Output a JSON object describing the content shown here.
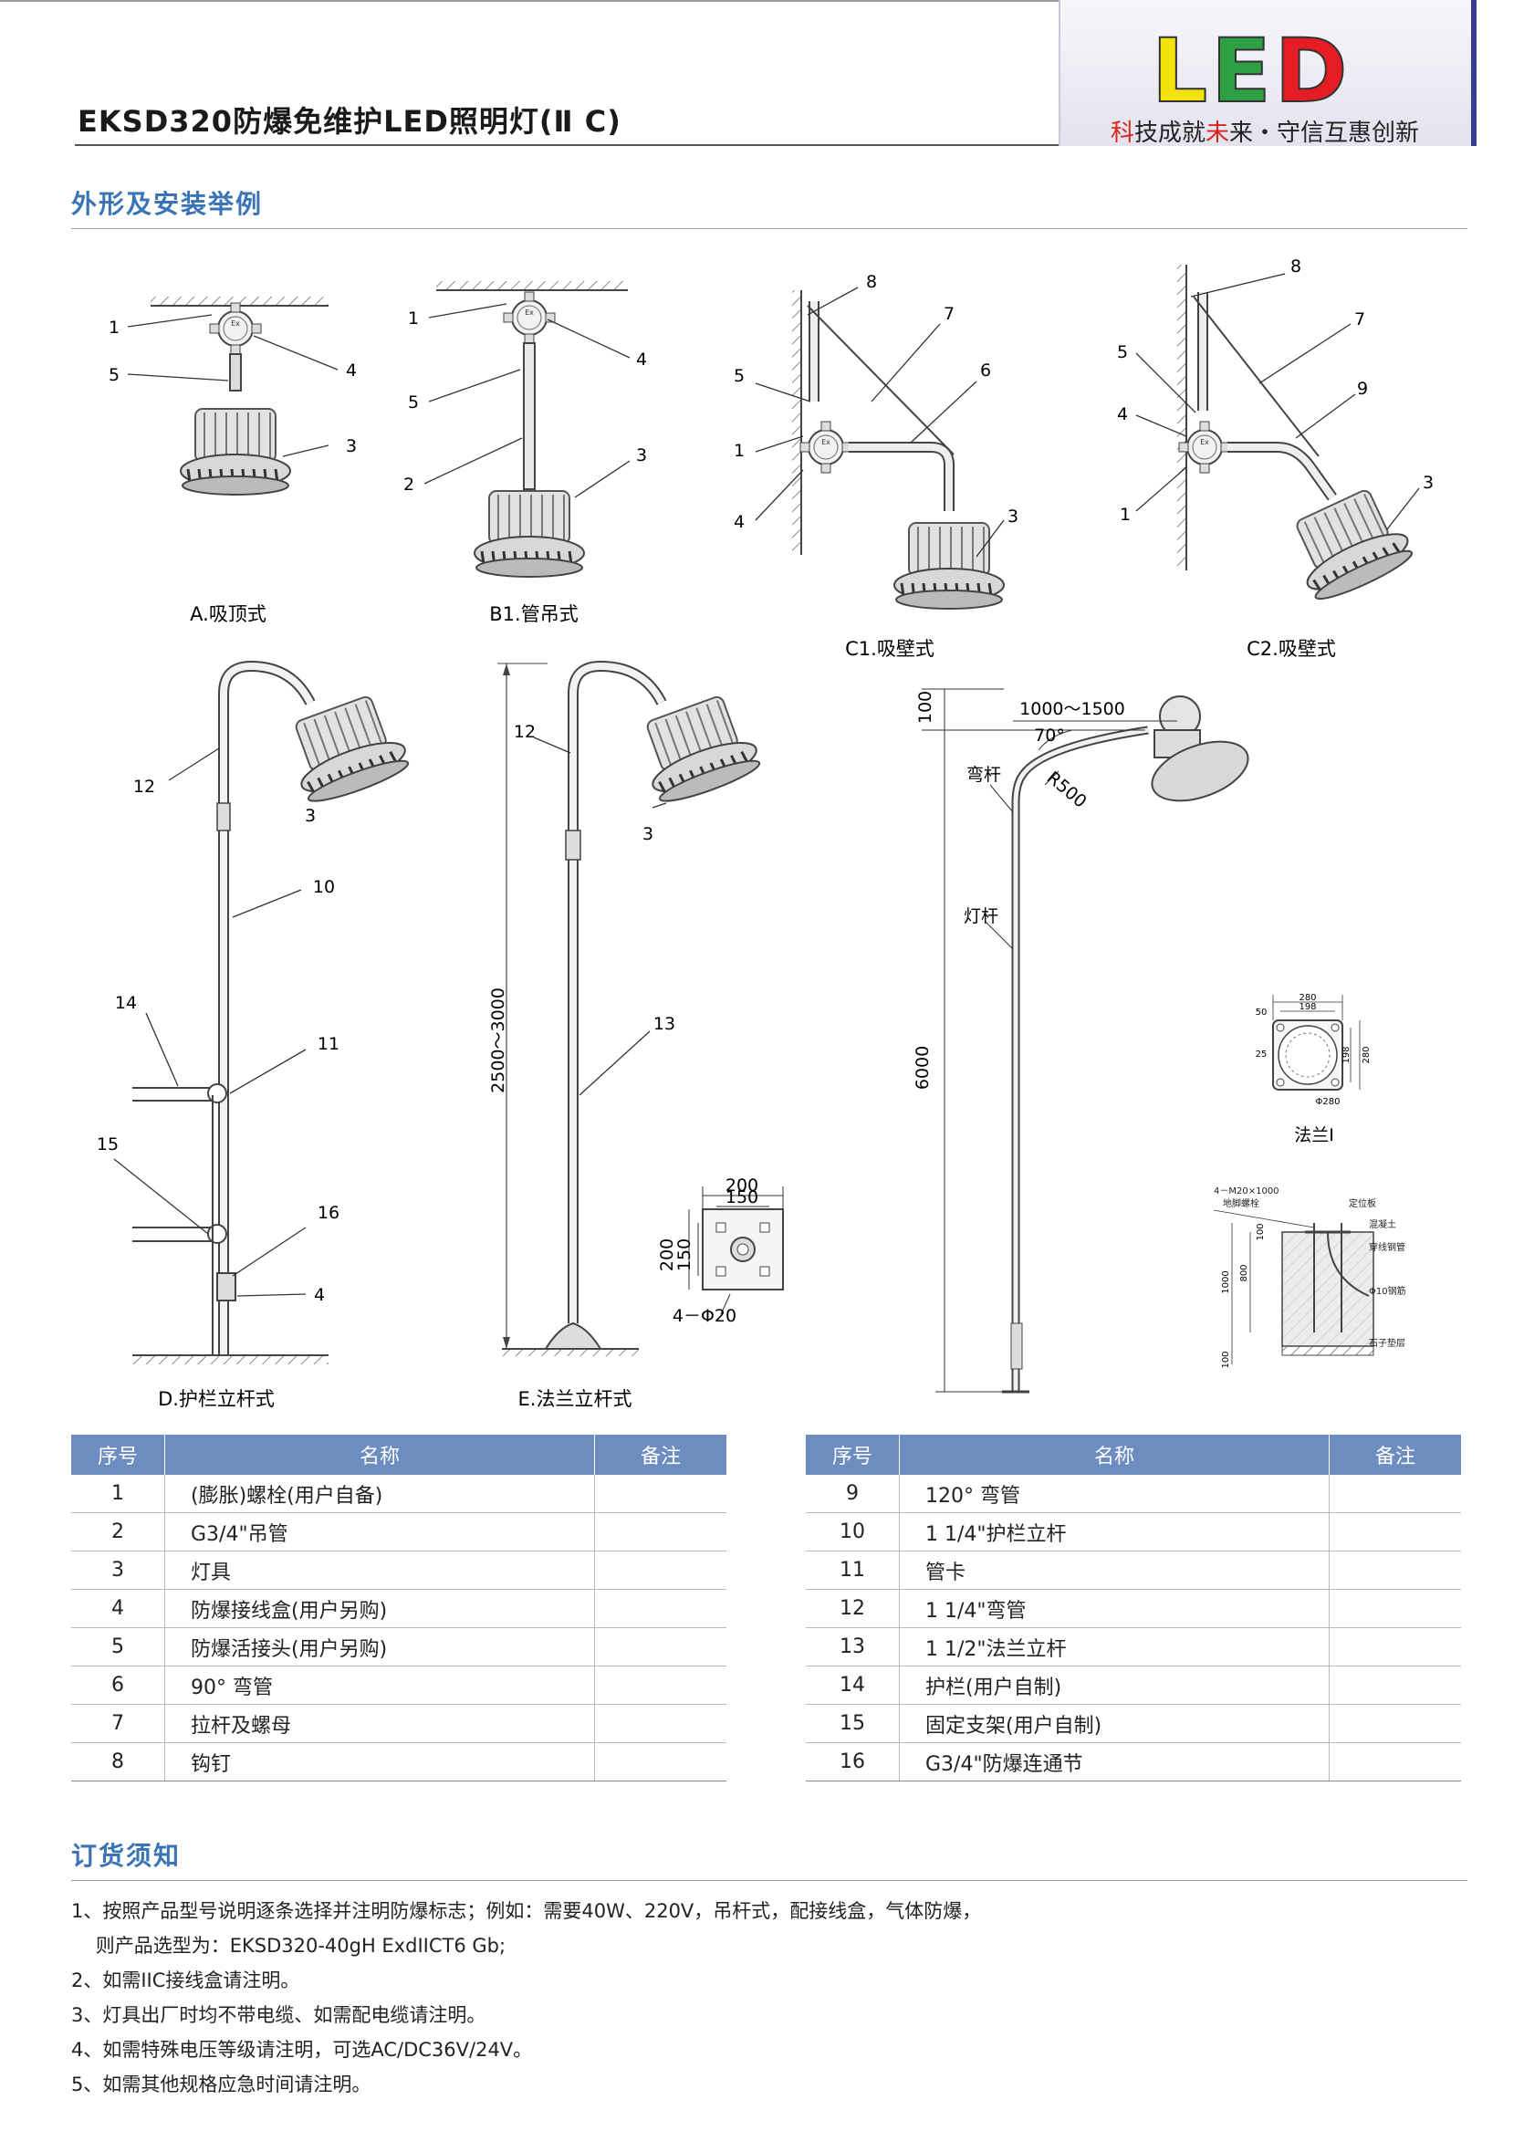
{
  "header": {
    "title": "EKSD320防爆免维护LED照明灯(Ⅱ C)",
    "logo_text": [
      "L",
      "E",
      "D"
    ],
    "slogan": [
      "科",
      "技成就",
      "未",
      "来・守信互惠创新"
    ]
  },
  "sections": {
    "install_title": "外形及安装举例",
    "order_title": "订货须知"
  },
  "diagrams": {
    "captions": {
      "a": "A.吸顶式",
      "b1": "B1.管吊式",
      "c1": "C1.吸壁式",
      "c2": "C2.吸壁式",
      "d": "D.护栏立杆式",
      "e": "E.法兰立杆式",
      "flange": "法兰Ⅰ"
    },
    "dims": {
      "e_height": "2500～3000",
      "e_base_w": "200",
      "e_base_w_inner": "150",
      "e_base_h": "200",
      "e_base_h_inner": "150",
      "e_bolts": "4－Φ20",
      "pole_top": "100",
      "pole_arm": "1000～1500",
      "pole_angle": "70°",
      "pole_radius": "R500",
      "pole_arm_label": "弯杆",
      "pole_label": "灯杆",
      "pole_height": "6000",
      "flange_280": "280",
      "flange_198": "198",
      "flange_50": "50",
      "flange_25": "25",
      "flange_198v": "198",
      "flange_280v": "280",
      "flange_phi": "Φ280",
      "found_bolt": "4－M20×1000",
      "found_bolt2": "地脚螺栓",
      "found_plate": "定位板",
      "found_concrete": "混凝土",
      "found_conduit": "穿线钢管",
      "found_rebar": "Φ10钢筋",
      "found_gravel": "石子垫层",
      "found_1000": "1000",
      "found_800": "800",
      "found_100a": "100",
      "found_100b": "100"
    }
  },
  "tables": {
    "headers": [
      "序号",
      "名称",
      "备注"
    ],
    "left": [
      {
        "no": "1",
        "name": "(膨胀)螺栓(用户自备)",
        "note": ""
      },
      {
        "no": "2",
        "name": "G3/4\"吊管",
        "note": ""
      },
      {
        "no": "3",
        "name": "灯具",
        "note": ""
      },
      {
        "no": "4",
        "name": "防爆接线盒(用户另购)",
        "note": ""
      },
      {
        "no": "5",
        "name": "防爆活接头(用户另购)",
        "note": ""
      },
      {
        "no": "6",
        "name": "90°  弯管",
        "note": ""
      },
      {
        "no": "7",
        "name": "拉杆及螺母",
        "note": ""
      },
      {
        "no": "8",
        "name": "钩钉",
        "note": ""
      }
    ],
    "right": [
      {
        "no": "9",
        "name": "120°  弯管",
        "note": ""
      },
      {
        "no": "10",
        "name": "1 1/4\"护栏立杆",
        "note": ""
      },
      {
        "no": "11",
        "name": "管卡",
        "note": ""
      },
      {
        "no": "12",
        "name": "1 1/4\"弯管",
        "note": ""
      },
      {
        "no": "13",
        "name": "1 1/2\"法兰立杆",
        "note": ""
      },
      {
        "no": "14",
        "name": "护栏(用户自制)",
        "note": ""
      },
      {
        "no": "15",
        "name": "固定支架(用户自制)",
        "note": ""
      },
      {
        "no": "16",
        "name": "G3/4\"防爆连通节",
        "note": ""
      }
    ]
  },
  "notes": [
    "1、按照产品型号说明逐条选择并注明防爆标志；例如：需要40W、220V，吊杆式，配接线盒，气体防爆，",
    "    则产品选型为：EKSD320-40gH ExdIICT6 Gb;",
    "2、如需IIC接线盒请注明。",
    "3、灯具出厂时均不带电缆、如需配电缆请注明。",
    "4、如需特殊电压等级请注明，可选AC/DC36V/24V。",
    "5、如需其他规格应急时间请注明。"
  ]
}
